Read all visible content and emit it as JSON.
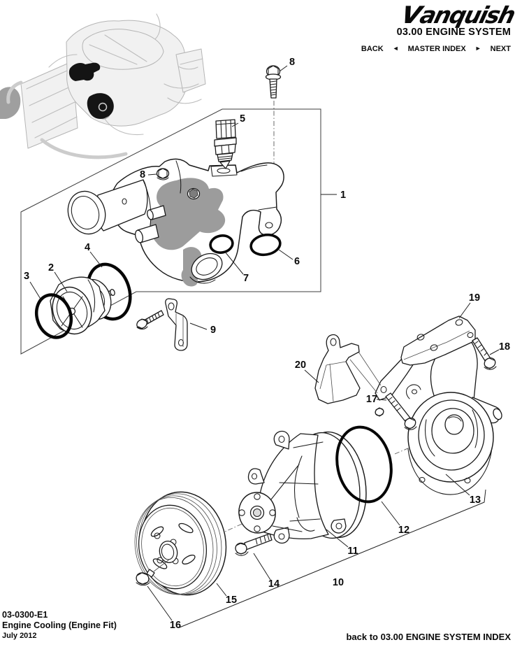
{
  "header": {
    "logo_text": "vanquish",
    "system_title": "03.00 ENGINE SYSTEM",
    "nav": {
      "back_label": "BACK",
      "back_arrow": "◄",
      "master_index_label": "MASTER INDEX",
      "next_arrow": "►",
      "next_label": "NEXT"
    }
  },
  "figure": {
    "callouts": [
      {
        "n": "1"
      },
      {
        "n": "2"
      },
      {
        "n": "3"
      },
      {
        "n": "4"
      },
      {
        "n": "5"
      },
      {
        "n": "6"
      },
      {
        "n": "7"
      },
      {
        "n": "8"
      },
      {
        "n": "8"
      },
      {
        "n": "9"
      },
      {
        "n": "10"
      },
      {
        "n": "11"
      },
      {
        "n": "12"
      },
      {
        "n": "13"
      },
      {
        "n": "14"
      },
      {
        "n": "15"
      },
      {
        "n": "16"
      },
      {
        "n": "17"
      },
      {
        "n": "18"
      },
      {
        "n": "19"
      },
      {
        "n": "20"
      }
    ]
  },
  "footer": {
    "document_number": "03-0300-E1",
    "document_title": "Engine Cooling (Engine Fit)",
    "date": "July 2012",
    "index_link": "back to 03.00 ENGINE SYSTEM INDEX"
  },
  "colors": {
    "line": "#1a1a1a",
    "shade_gray": "#9c9c9c",
    "highlight_black": "#141414",
    "thumbnail_gray": "#bdbdbd",
    "background": "#ffffff"
  }
}
